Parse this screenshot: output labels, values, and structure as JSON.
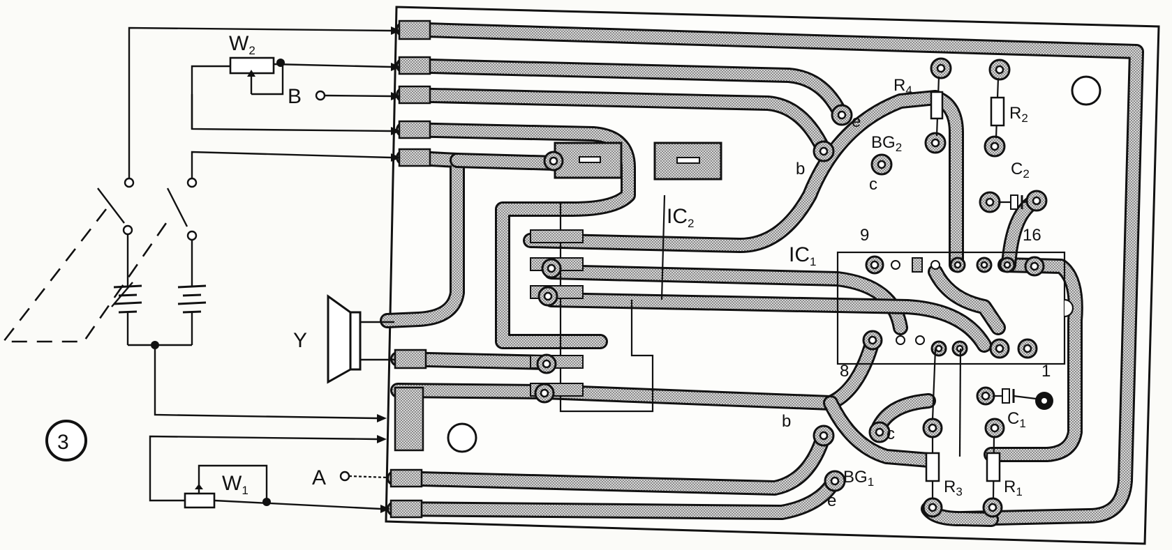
{
  "figure": {
    "number": "3"
  },
  "labels": {
    "w2": {
      "main": "W",
      "sub": "2"
    },
    "w1": {
      "main": "W",
      "sub": "1"
    },
    "b_terminal": "B",
    "a_terminal": "A",
    "speaker": "Y",
    "ic1": {
      "main": "IC",
      "sub": "1"
    },
    "ic2": {
      "main": "IC",
      "sub": "2"
    },
    "ic1_pin9": "9",
    "ic1_pin16": "16",
    "ic1_pin8": "8",
    "ic1_pin1": "1",
    "r4": {
      "main": "R",
      "sub": "4"
    },
    "r2": {
      "main": "R",
      "sub": "2"
    },
    "r3": {
      "main": "R",
      "sub": "3"
    },
    "r1": {
      "main": "R",
      "sub": "1"
    },
    "c2": {
      "main": "C",
      "sub": "2"
    },
    "c1": {
      "main": "C",
      "sub": "1"
    },
    "bg2": {
      "main": "BG",
      "sub": "2"
    },
    "bg1": {
      "main": "BG",
      "sub": "1"
    },
    "bg2_e": "e",
    "bg2_b": "b",
    "bg2_c": "c",
    "bg1_b": "b",
    "bg1_e": "e",
    "bg1_c": "c"
  }
}
